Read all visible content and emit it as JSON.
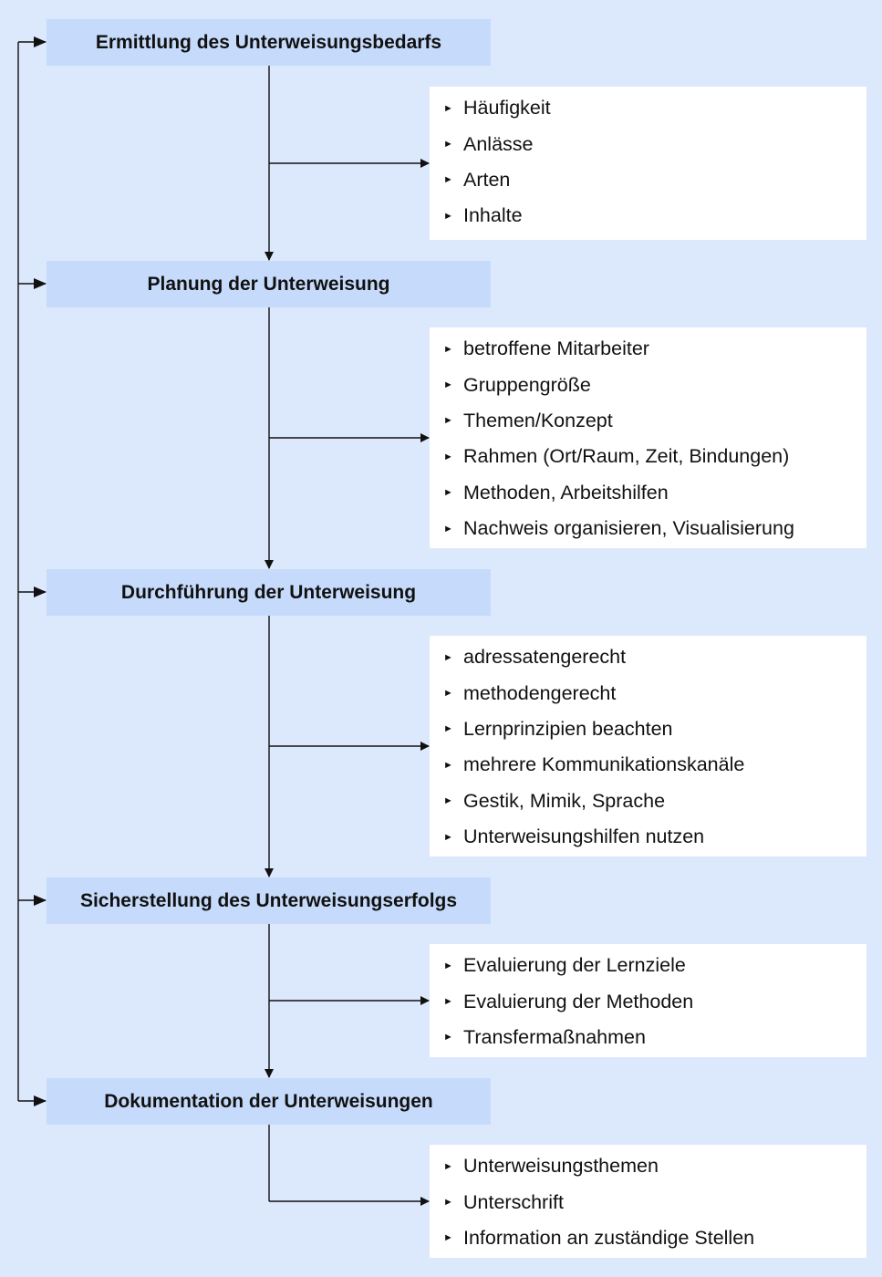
{
  "steps": [
    {
      "title": "Ermittlung des Unterweisungsbedarfs",
      "items": [
        "Häufigkeit",
        "Anlässe",
        "Arten",
        "Inhalte"
      ]
    },
    {
      "title": "Planung der Unterweisung",
      "items": [
        "betroffene Mitarbeiter",
        "Gruppengröße",
        "Themen/Konzept",
        "Rahmen (Ort/Raum, Zeit, Bindungen)",
        "Methoden, Arbeitshilfen",
        "Nachweis organisieren, Visualisierung"
      ]
    },
    {
      "title": "Durchführung der Unterweisung",
      "items": [
        "adressatengerecht",
        "methodengerecht",
        "Lernprinzipien beachten",
        "mehrere Kommunikationskanäle",
        "Gestik, Mimik, Sprache",
        "Unterweisungshilfen nutzen"
      ]
    },
    {
      "title": "Sicherstellung des Unterweisungserfolgs",
      "items": [
        "Evaluierung der Lernziele",
        "Evaluierung der Methoden",
        "Transfermaßnahmen"
      ]
    },
    {
      "title": "Dokumentation der Unterweisungen",
      "items": [
        "Unterweisungsthemen",
        "Unterschrift",
        "Information an zuständige Stellen"
      ]
    }
  ],
  "bullet_icon": "triangle-right-icon",
  "colors": {
    "background": "#dce8fc",
    "step_box": "#c6dbfb",
    "list_box": "#ffffff",
    "lines": "#111111"
  }
}
